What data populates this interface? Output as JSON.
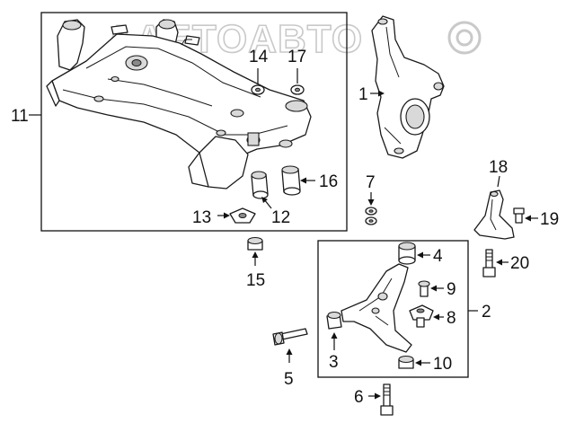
{
  "watermark": "AAETOABTO",
  "callouts": {
    "c1": "1",
    "c2": "2",
    "c3": "3",
    "c4": "4",
    "c5": "5",
    "c6": "6",
    "c7": "7",
    "c8": "8",
    "c9": "9",
    "c10": "10",
    "c11": "11",
    "c12": "12",
    "c13": "13",
    "c14": "14",
    "c15": "15",
    "c16": "16",
    "c17": "17",
    "c18": "18",
    "c19": "19",
    "c20": "20"
  },
  "icons": {
    "watermark_logo": "circle-logo-icon"
  }
}
